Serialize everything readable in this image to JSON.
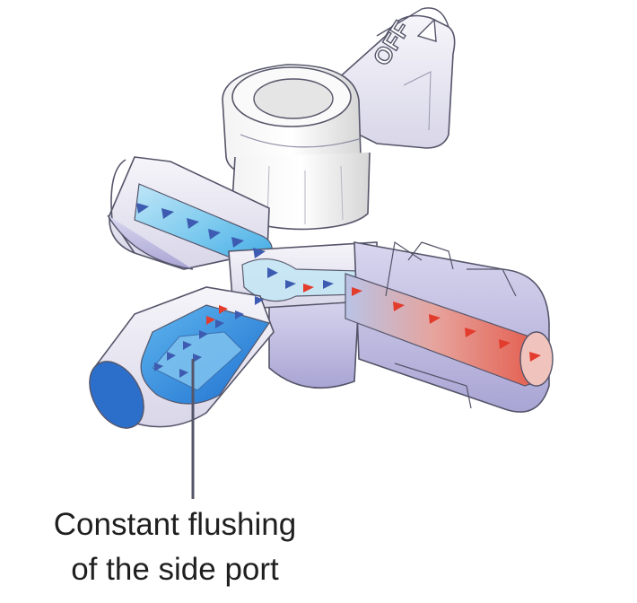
{
  "valve": {
    "handle_marking": "OFF"
  },
  "callout": {
    "line1": "Constant flushing",
    "line2": "of the side port"
  },
  "colors": {
    "saline_flow": "#2f86d6",
    "blood_flow": "#e0453a",
    "flow_arrow_blue": "#3d5bb0",
    "flow_arrow_red": "#e23c2c",
    "housing_outline": "#55556a",
    "housing_fill": "#eceaf2",
    "housing_shadow": "#b7b5d4"
  }
}
